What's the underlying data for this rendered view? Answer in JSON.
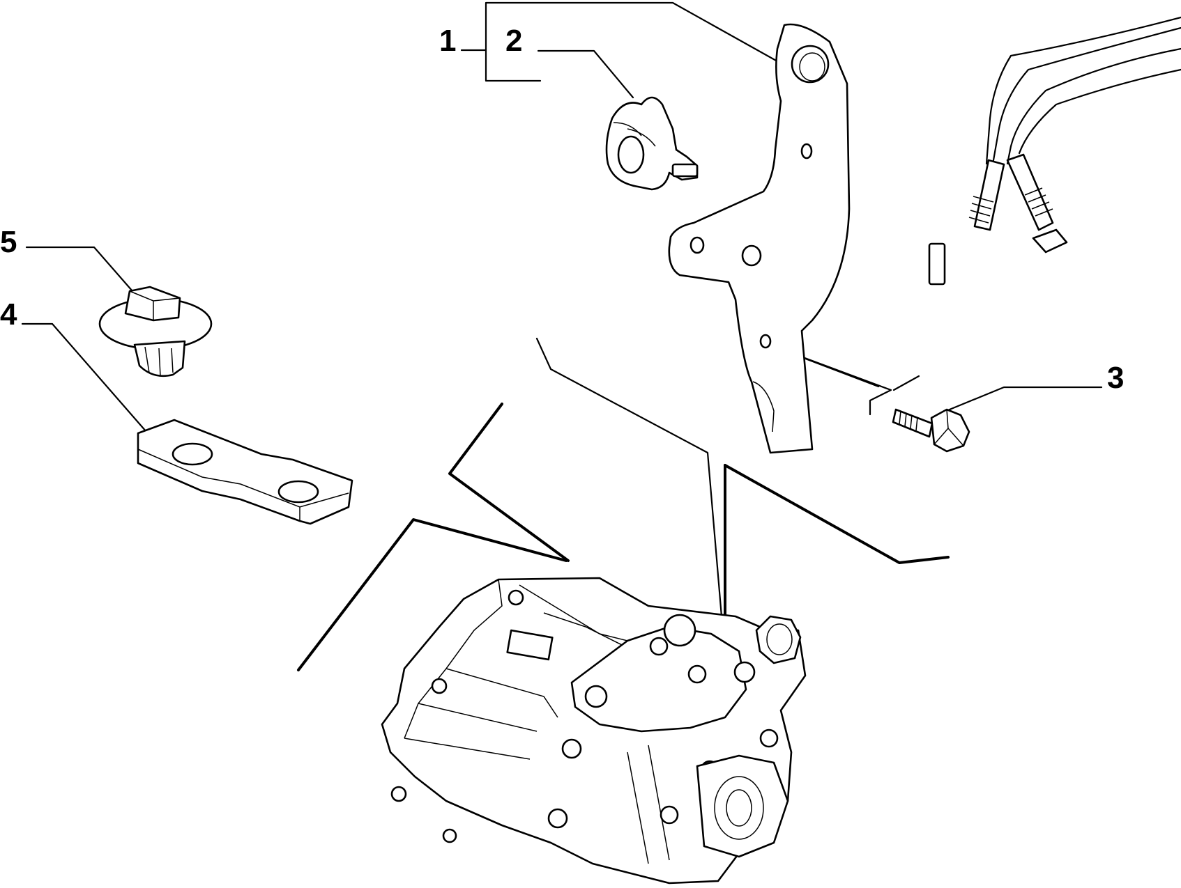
{
  "diagram": {
    "callouts": [
      {
        "id": "1",
        "label": "1"
      },
      {
        "id": "2",
        "label": "2"
      },
      {
        "id": "3",
        "label": "3"
      },
      {
        "id": "4",
        "label": "4"
      },
      {
        "id": "5",
        "label": "5"
      }
    ],
    "parts": [
      {
        "ref": "1",
        "name": "bracket-assembly"
      },
      {
        "ref": "2",
        "name": "cable-retaining-clip"
      },
      {
        "ref": "3",
        "name": "hex-flange-bolt"
      },
      {
        "ref": "4",
        "name": "mounting-plate"
      },
      {
        "ref": "5",
        "name": "push-fastener-clip"
      }
    ]
  }
}
